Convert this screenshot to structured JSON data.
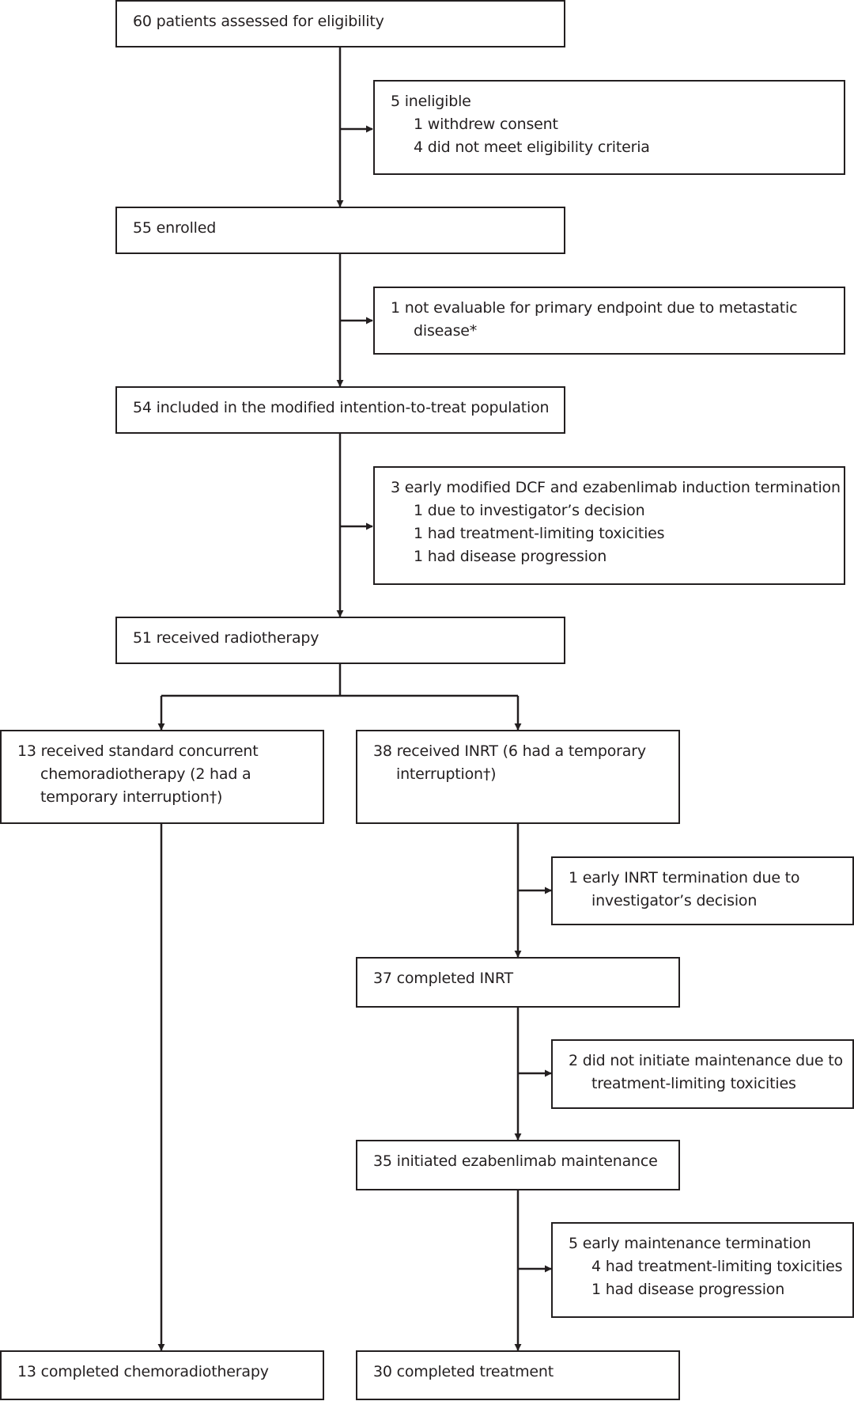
{
  "flow": {
    "assessed": "60 patients assessed for eligibility",
    "ineligible": {
      "head": "5 ineligible",
      "items": [
        "1 withdrew consent",
        "4 did not meet eligibility criteria"
      ]
    },
    "enrolled": "55 enrolled",
    "not_evaluable": "1 not evaluable for primary endpoint due to metastatic disease*",
    "mitt": "54 included in the modified intention-to-treat population",
    "induction_termination": {
      "head": "3 early modified DCF and ezabenlimab induction termination",
      "items": [
        "1 due to investigator’s decision",
        "1 had treatment-limiting toxicities",
        "1 had disease progression"
      ]
    },
    "radiotherapy": "51 received radiotherapy",
    "standard_crt": "13 received standard concurrent chemoradiotherapy (2 had a temporary interruption†)",
    "inrt": "38 received INRT (6 had a temporary interruption†)",
    "inrt_termination": "1 early INRT termination due to investigator’s decision",
    "completed_inrt": "37 completed INRT",
    "no_maintenance": "2 did not initiate maintenance due to treatment-limiting toxicities",
    "initiated_maintenance": "35 initiated ezabenlimab maintenance",
    "maintenance_termination": {
      "head": "5 early maintenance termination",
      "items": [
        "4 had treatment-limiting toxicities",
        "1 had disease progression"
      ]
    },
    "completed_crt": "13 completed chemoradiotherapy",
    "completed_treatment": "30 completed treatment"
  }
}
